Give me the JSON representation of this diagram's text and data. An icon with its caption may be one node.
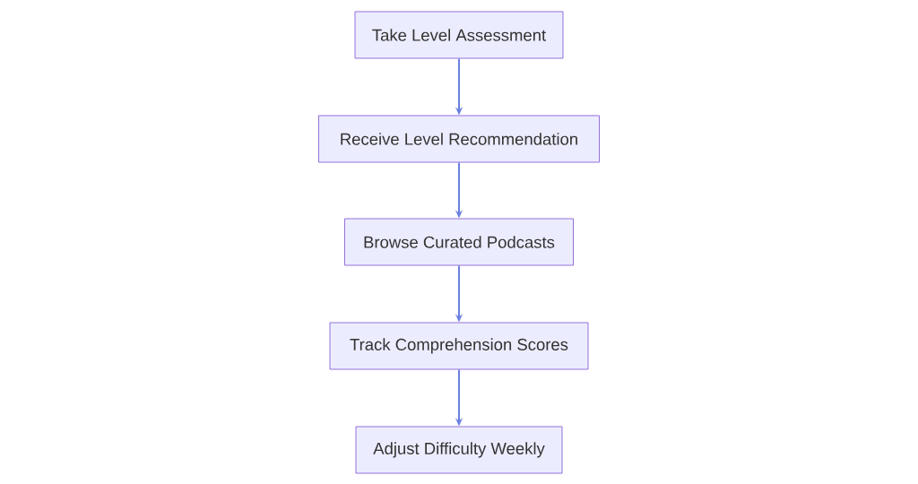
{
  "diagram": {
    "nodes": [
      {
        "text": [
          "Take Level Assessment"
        ]
      },
      {
        "text": [
          "Receive Level Recommendation"
        ]
      },
      {
        "text": [
          "Browse Curated Podcasts"
        ]
      },
      {
        "text": [
          "Track Comprehension Scores"
        ]
      },
      {
        "text": [
          "Adjust Difficulty Weekly"
        ]
      }
    ],
    "edges": [
      {
        "from": 0,
        "to": 1,
        "arrow": "to"
      },
      {
        "from": 1,
        "to": 2,
        "arrow": "to"
      },
      {
        "from": 2,
        "to": 3,
        "arrow": "to"
      },
      {
        "from": 3,
        "to": 4,
        "arrow": "to"
      }
    ]
  }
}
